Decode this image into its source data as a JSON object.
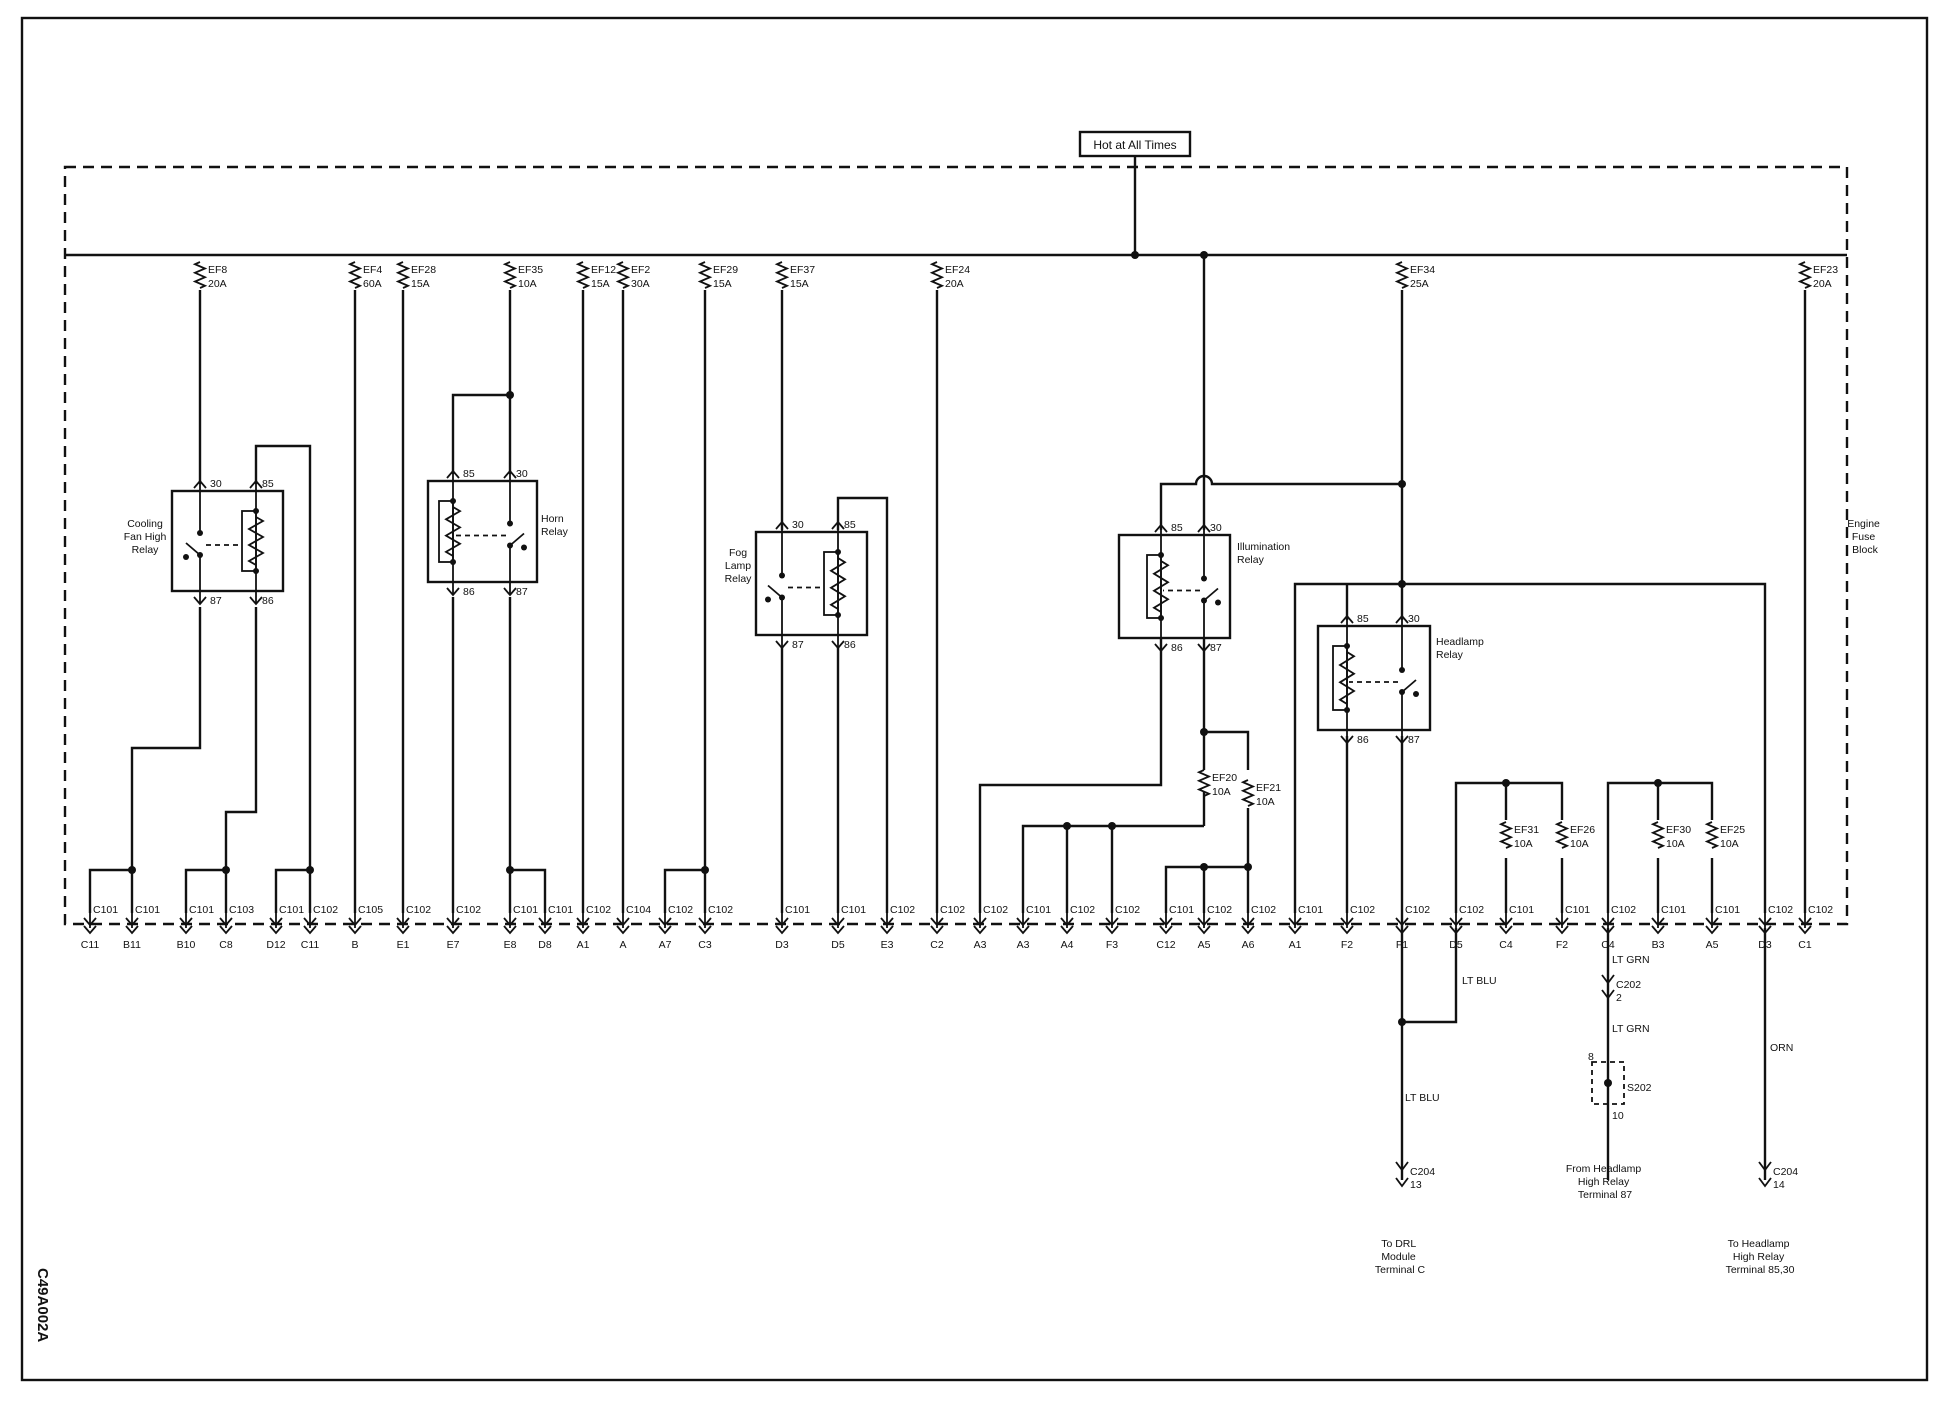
{
  "hot_label": "Hot at All Times",
  "block_label": [
    "Engine",
    "Fuse",
    "Block"
  ],
  "figure_code": "C49A002A",
  "fuses": [
    {
      "id": "EF8",
      "rating": "20A"
    },
    {
      "id": "EF4",
      "rating": "60A"
    },
    {
      "id": "EF28",
      "rating": "15A"
    },
    {
      "id": "EF35",
      "rating": "10A"
    },
    {
      "id": "EF12",
      "rating": "15A"
    },
    {
      "id": "EF2",
      "rating": "30A"
    },
    {
      "id": "EF29",
      "rating": "15A"
    },
    {
      "id": "EF37",
      "rating": "15A"
    },
    {
      "id": "EF24",
      "rating": "20A"
    },
    {
      "id": "EF34",
      "rating": "25A"
    },
    {
      "id": "EF23",
      "rating": "20A"
    },
    {
      "id": "EF20",
      "rating": "10A"
    },
    {
      "id": "EF21",
      "rating": "10A"
    },
    {
      "id": "EF31",
      "rating": "10A"
    },
    {
      "id": "EF26",
      "rating": "10A"
    },
    {
      "id": "EF30",
      "rating": "10A"
    },
    {
      "id": "EF25",
      "rating": "10A"
    }
  ],
  "relays": [
    {
      "name": [
        "Cooling",
        "Fan High",
        "Relay"
      ],
      "pins": [
        "30",
        "85",
        "87",
        "86"
      ]
    },
    {
      "name": [
        "Horn",
        "Relay"
      ],
      "pins": [
        "85",
        "30",
        "86",
        "87"
      ]
    },
    {
      "name": [
        "Fog",
        "Lamp",
        "Relay"
      ],
      "pins": [
        "30",
        "85",
        "87",
        "86"
      ]
    },
    {
      "name": [
        "Illumination",
        "Relay"
      ],
      "pins": [
        "85",
        "30",
        "86",
        "87"
      ]
    },
    {
      "name": [
        "Headlamp",
        "Relay"
      ],
      "pins": [
        "85",
        "30",
        "86",
        "87"
      ]
    }
  ],
  "connectors": [
    {
      "conn": "C101",
      "pin": "C11"
    },
    {
      "conn": "C101",
      "pin": "B11"
    },
    {
      "conn": "C101",
      "pin": "B10"
    },
    {
      "conn": "C103",
      "pin": "C8"
    },
    {
      "conn": "C101",
      "pin": "D12"
    },
    {
      "conn": "C102",
      "pin": "C11"
    },
    {
      "conn": "C105",
      "pin": "B"
    },
    {
      "conn": "C102",
      "pin": "E1"
    },
    {
      "conn": "C102",
      "pin": "E7"
    },
    {
      "conn": "C101",
      "pin": "E8"
    },
    {
      "conn": "C101",
      "pin": "D8"
    },
    {
      "conn": "C102",
      "pin": "A1"
    },
    {
      "conn": "C104",
      "pin": "A"
    },
    {
      "conn": "C102",
      "pin": "A7"
    },
    {
      "conn": "C102",
      "pin": "C3"
    },
    {
      "conn": "C101",
      "pin": "D3"
    },
    {
      "conn": "C101",
      "pin": "D5"
    },
    {
      "conn": "C102",
      "pin": "E3"
    },
    {
      "conn": "C102",
      "pin": "C2"
    },
    {
      "conn": "C102",
      "pin": "A3"
    },
    {
      "conn": "C101",
      "pin": "A3"
    },
    {
      "conn": "C102",
      "pin": "A4"
    },
    {
      "conn": "C102",
      "pin": "F3"
    },
    {
      "conn": "C101",
      "pin": "C12"
    },
    {
      "conn": "C102",
      "pin": "A5"
    },
    {
      "conn": "C102",
      "pin": "A6"
    },
    {
      "conn": "C101",
      "pin": "A1"
    },
    {
      "conn": "C102",
      "pin": "F2"
    },
    {
      "conn": "C102",
      "pin": "F1"
    },
    {
      "conn": "C102",
      "pin": "D5"
    },
    {
      "conn": "C101",
      "pin": "C4"
    },
    {
      "conn": "C101",
      "pin": "F2"
    },
    {
      "conn": "C102",
      "pin": "C4"
    },
    {
      "conn": "C101",
      "pin": "B3"
    },
    {
      "conn": "C101",
      "pin": "A5"
    },
    {
      "conn": "C102",
      "pin": "D3"
    },
    {
      "conn": "C102",
      "pin": "C1"
    }
  ],
  "wires": {
    "lt_blu_1": "LT BLU",
    "lt_blu_2": "LT BLU",
    "lt_grn_1": "LT GRN",
    "lt_grn_2": "LT GRN",
    "orn": "ORN"
  },
  "splice": {
    "name": "S202",
    "pin_top": "8",
    "pin_bottom": "10"
  },
  "c202": {
    "name": "C202",
    "pin": "2"
  },
  "c204_a": {
    "name": "C204",
    "pin": "13"
  },
  "c204_b": {
    "name": "C204",
    "pin": "14"
  },
  "destinations": {
    "drl": [
      "To DRL",
      "Module",
      "Terminal C"
    ],
    "hl_from": [
      "From Headlamp",
      "High Relay",
      "Terminal 87"
    ],
    "hl_to": [
      "To Headlamp",
      "High Relay",
      "Terminal 85,30"
    ]
  }
}
